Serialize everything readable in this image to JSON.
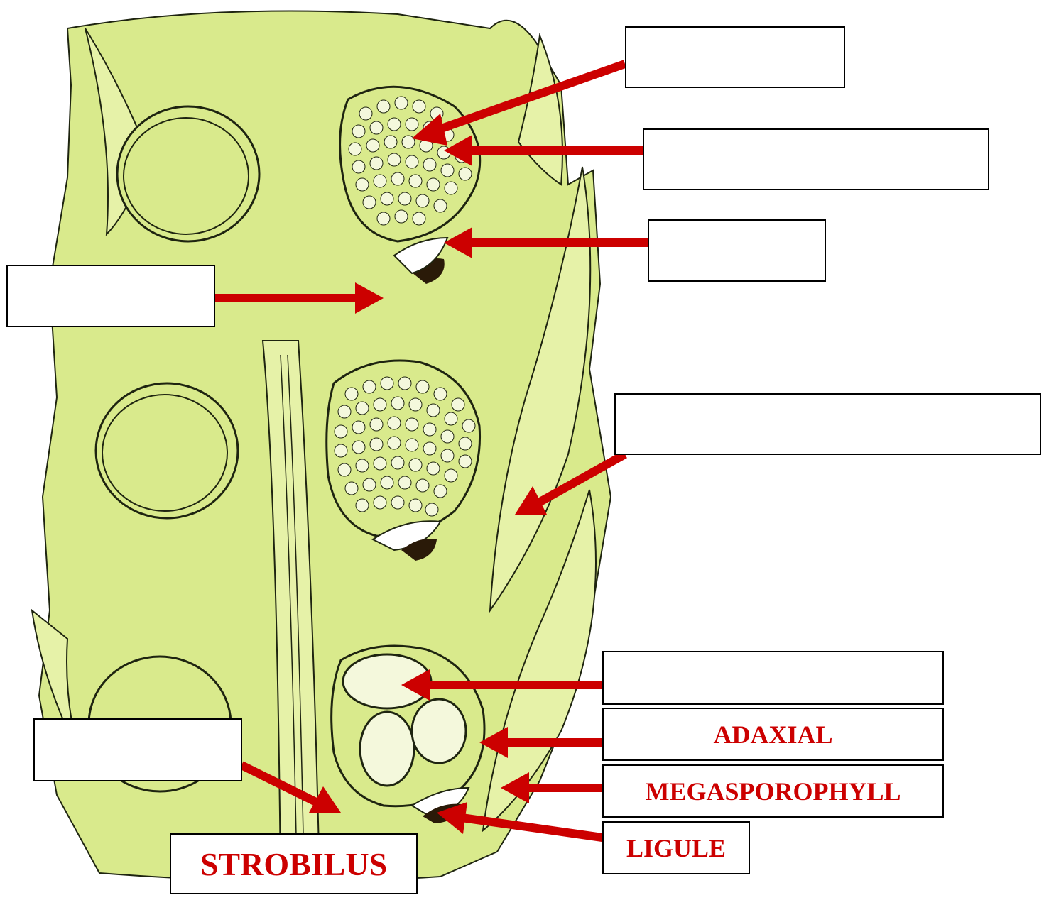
{
  "colors": {
    "tissue": "#d9ea8c",
    "tissue_light": "#e6f2a8",
    "outline": "#1e2410",
    "spore": "#f4f8dc",
    "arrow": "#cc0000",
    "label_text": "#cc0000",
    "dark": "#2a1a08"
  },
  "labels": {
    "box_1": "",
    "box_2": "",
    "box_3": "",
    "box_4": "",
    "box_5": "",
    "box_6": "",
    "box_7": "",
    "adaxial": "ADAXIAL",
    "megasporophyll": "MEGASPOROPHYLL",
    "ligule": "LIGULE",
    "strobilus": "STROBILUS"
  }
}
